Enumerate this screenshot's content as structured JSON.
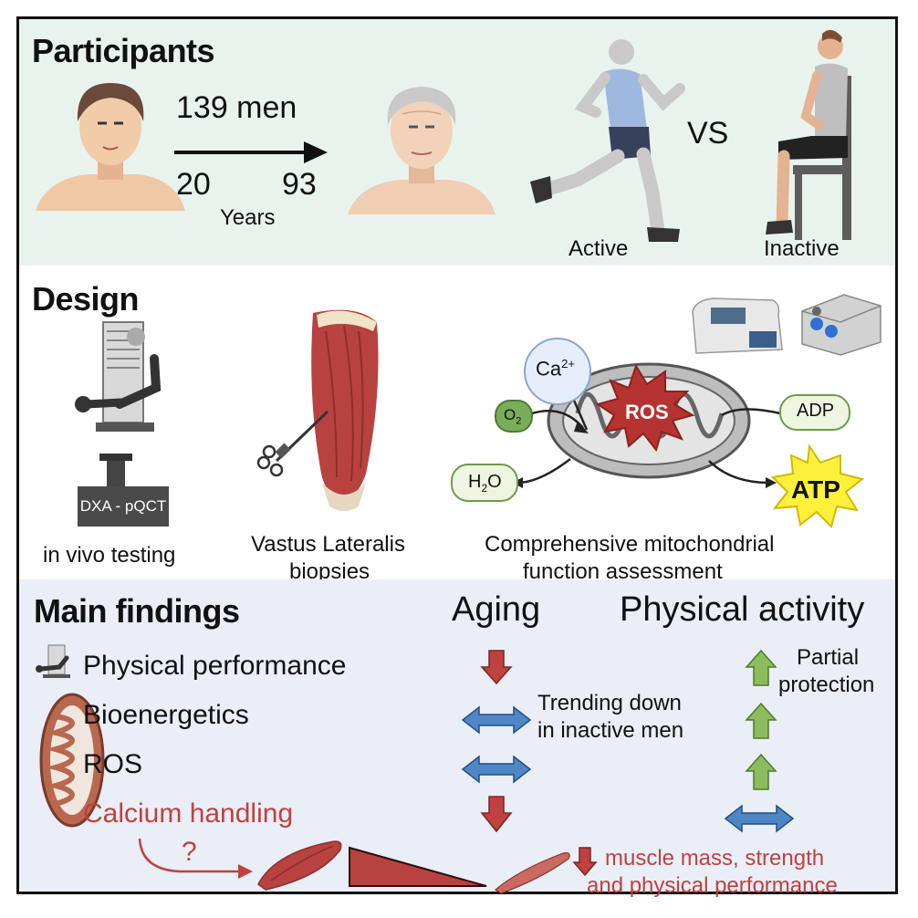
{
  "participants": {
    "title": "Participants",
    "count": "139 men",
    "age_min": "20",
    "age_max": "93",
    "age_unit": "Years",
    "versus": "VS",
    "group_active": "Active",
    "group_inactive": "Inactive"
  },
  "design": {
    "title": "Design",
    "device_label": "DXA - pQCT",
    "step_in_vivo": "in vivo testing",
    "step_biopsy_line1": "Vastus Lateralis",
    "step_biopsy_line2": "biopsies",
    "step_mito_line1": "Comprehensive mitochondrial",
    "step_mito_line2": "function assessment",
    "ca_base": "Ca",
    "ca_sup": "2+",
    "o2_base": "O",
    "o2_sub": "2",
    "h2o_h": "H",
    "h2o_sub": "2",
    "h2o_o": "O",
    "ros": "ROS",
    "adp": "ADP",
    "atp": "ATP"
  },
  "findings": {
    "title": "Main findings",
    "col_aging": "Aging",
    "col_activity": "Physical activity",
    "row_performance": "Physical performance",
    "row_bioenergetics": "Bioenergetics",
    "row_ros": "ROS",
    "row_calcium": "Calcium handling",
    "note_trending_1": "Trending down",
    "note_trending_2": "in inactive men",
    "note_partial_1": "Partial",
    "note_partial_2": "protection",
    "question_mark": "?",
    "outcome_1": "muscle mass, strength",
    "outcome_2": "and physical performance"
  },
  "colors": {
    "panel_green": "#e8f3ee",
    "panel_blue": "#e9eef7",
    "down_red": "#c0413f",
    "up_green": "#8cbc5e",
    "both_blue": "#4f86c6",
    "muscle": "#b8423f"
  }
}
